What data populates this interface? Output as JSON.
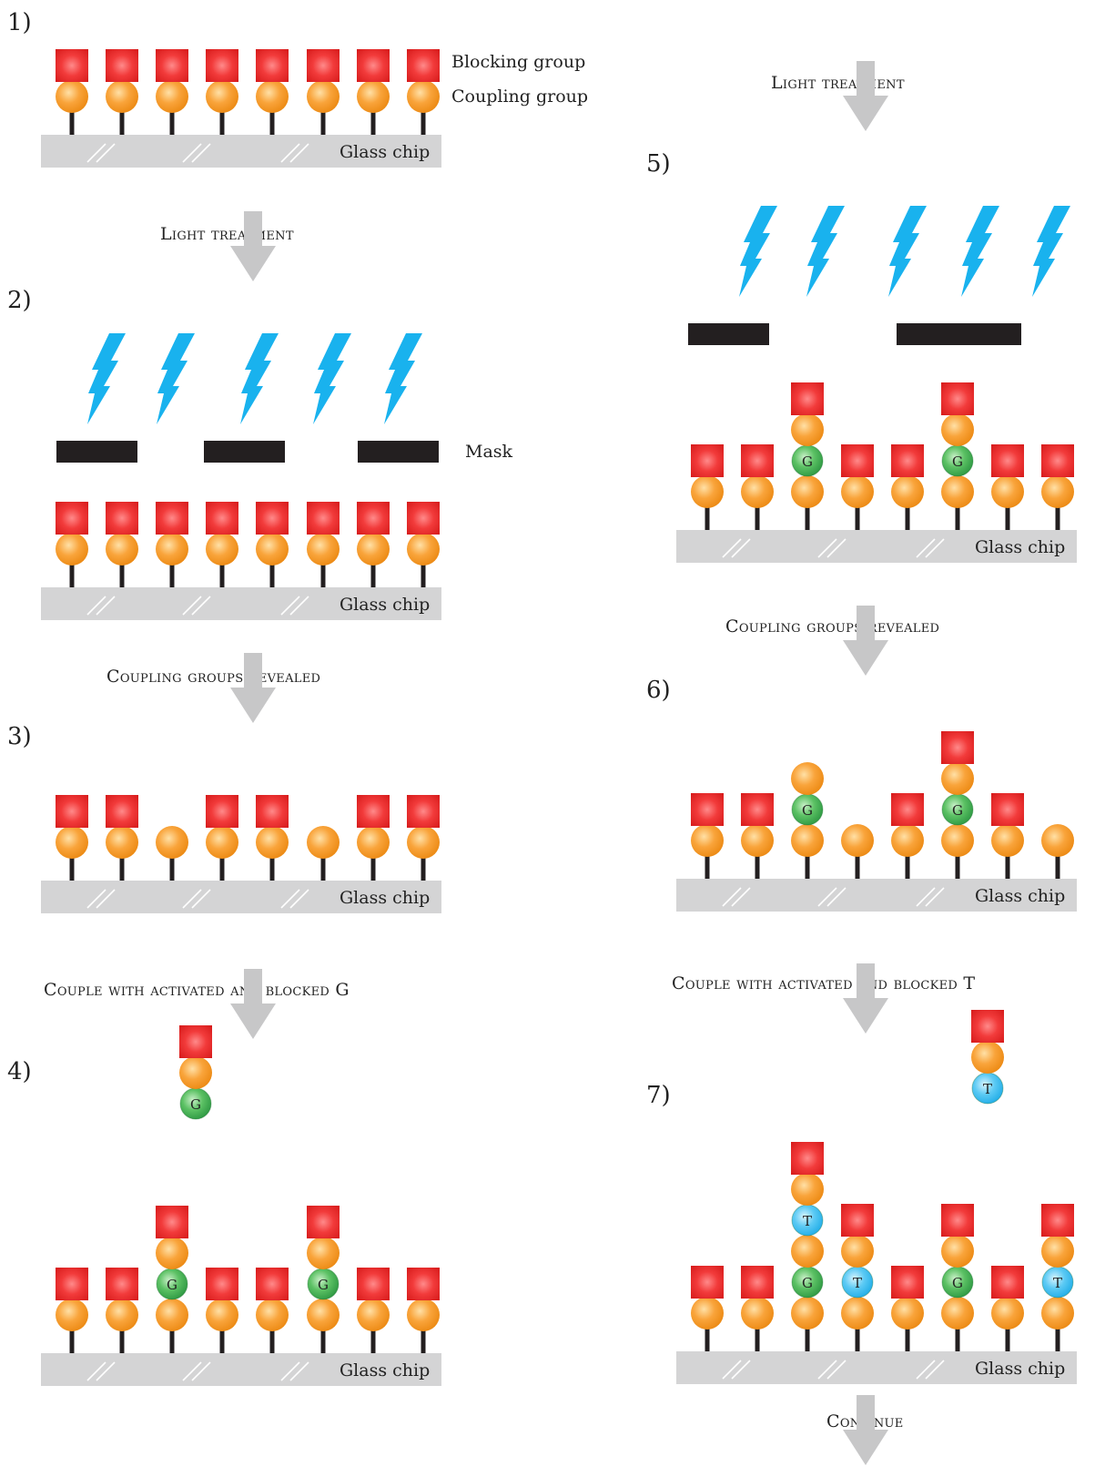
{
  "colors": {
    "blocking": "#e62222",
    "coupling": "#f3941e",
    "G": "#3aa84c",
    "T": "#3ab7ee",
    "lightning": "#19b2ee",
    "mask": "#231f20",
    "glass": "#d4d4d5",
    "arrow": "#c7c7c8"
  },
  "labels": {
    "blocking_group": "Blocking group",
    "coupling_group": "Coupling group",
    "mask": "Mask",
    "glass_chip": "Glass chip"
  },
  "step_titles": {
    "s1_to_s2": "Light treatment",
    "s2_to_s3": "Coupling groups revealed",
    "s3_to_s4": "Couple with activated and blocked G",
    "s4_to_s5": "Light treatment",
    "s5_to_s6": "Coupling groups revealed",
    "s6_to_s7": "Couple with activated and blocked T",
    "after_s7": "Continue"
  },
  "panel_numbers": [
    "1)",
    "2)",
    "3)",
    "4)",
    "5)",
    "6)",
    "7)"
  ],
  "nucleotide_letters": {
    "G": "G",
    "T": "T"
  },
  "icons": {
    "lightning": "lightning-bolt-icon",
    "arrow": "down-arrow-icon",
    "glass_marks": "glass-reflection-icon"
  },
  "panels": [
    {
      "id": 1,
      "masks": [],
      "lightning": false,
      "stacks": [
        [
          "C",
          "B"
        ],
        [
          "C",
          "B"
        ],
        [
          "C",
          "B"
        ],
        [
          "C",
          "B"
        ],
        [
          "C",
          "B"
        ],
        [
          "C",
          "B"
        ],
        [
          "C",
          "B"
        ],
        [
          "C",
          "B"
        ]
      ]
    },
    {
      "id": 2,
      "masks": [
        "mask-1",
        "mask-2",
        "mask-3"
      ],
      "lightning": true,
      "stacks": [
        [
          "C",
          "B"
        ],
        [
          "C",
          "B"
        ],
        [
          "C",
          "B"
        ],
        [
          "C",
          "B"
        ],
        [
          "C",
          "B"
        ],
        [
          "C",
          "B"
        ],
        [
          "C",
          "B"
        ],
        [
          "C",
          "B"
        ]
      ]
    },
    {
      "id": 3,
      "masks": [],
      "lightning": false,
      "stacks": [
        [
          "C",
          "B"
        ],
        [
          "C",
          "B"
        ],
        [
          "C"
        ],
        [
          "C",
          "B"
        ],
        [
          "C",
          "B"
        ],
        [
          "C"
        ],
        [
          "C",
          "B"
        ],
        [
          "C",
          "B"
        ]
      ]
    },
    {
      "id": 4,
      "masks": [],
      "lightning": false,
      "stacks": [
        [
          "C",
          "B"
        ],
        [
          "C",
          "B"
        ],
        [
          "C",
          "G",
          "C",
          "B"
        ],
        [
          "C",
          "B"
        ],
        [
          "C",
          "B"
        ],
        [
          "C",
          "G",
          "C",
          "B"
        ],
        [
          "C",
          "B"
        ],
        [
          "C",
          "B"
        ]
      ]
    },
    {
      "id": 5,
      "masks": [
        "mask-1",
        "mask-2"
      ],
      "lightning": true,
      "stacks": [
        [
          "C",
          "B"
        ],
        [
          "C",
          "B"
        ],
        [
          "C",
          "G",
          "C",
          "B"
        ],
        [
          "C",
          "B"
        ],
        [
          "C",
          "B"
        ],
        [
          "C",
          "G",
          "C",
          "B"
        ],
        [
          "C",
          "B"
        ],
        [
          "C",
          "B"
        ]
      ]
    },
    {
      "id": 6,
      "masks": [],
      "lightning": false,
      "stacks": [
        [
          "C",
          "B"
        ],
        [
          "C",
          "B"
        ],
        [
          "C",
          "G",
          "C"
        ],
        [
          "C"
        ],
        [
          "C",
          "B"
        ],
        [
          "C",
          "G",
          "C",
          "B"
        ],
        [
          "C",
          "B"
        ],
        [
          "C"
        ]
      ]
    },
    {
      "id": 7,
      "masks": [],
      "lightning": false,
      "stacks": [
        [
          "C",
          "B"
        ],
        [
          "C",
          "B"
        ],
        [
          "C",
          "G",
          "C",
          "T",
          "C",
          "B"
        ],
        [
          "C",
          "T",
          "C",
          "B"
        ],
        [
          "C",
          "B"
        ],
        [
          "C",
          "G",
          "C",
          "B"
        ],
        [
          "C",
          "B"
        ],
        [
          "C",
          "T",
          "C",
          "B"
        ]
      ]
    }
  ],
  "reagents": [
    {
      "id": "G",
      "stack": [
        "G",
        "C",
        "B"
      ]
    },
    {
      "id": "T",
      "stack": [
        "T",
        "C",
        "B"
      ]
    }
  ]
}
